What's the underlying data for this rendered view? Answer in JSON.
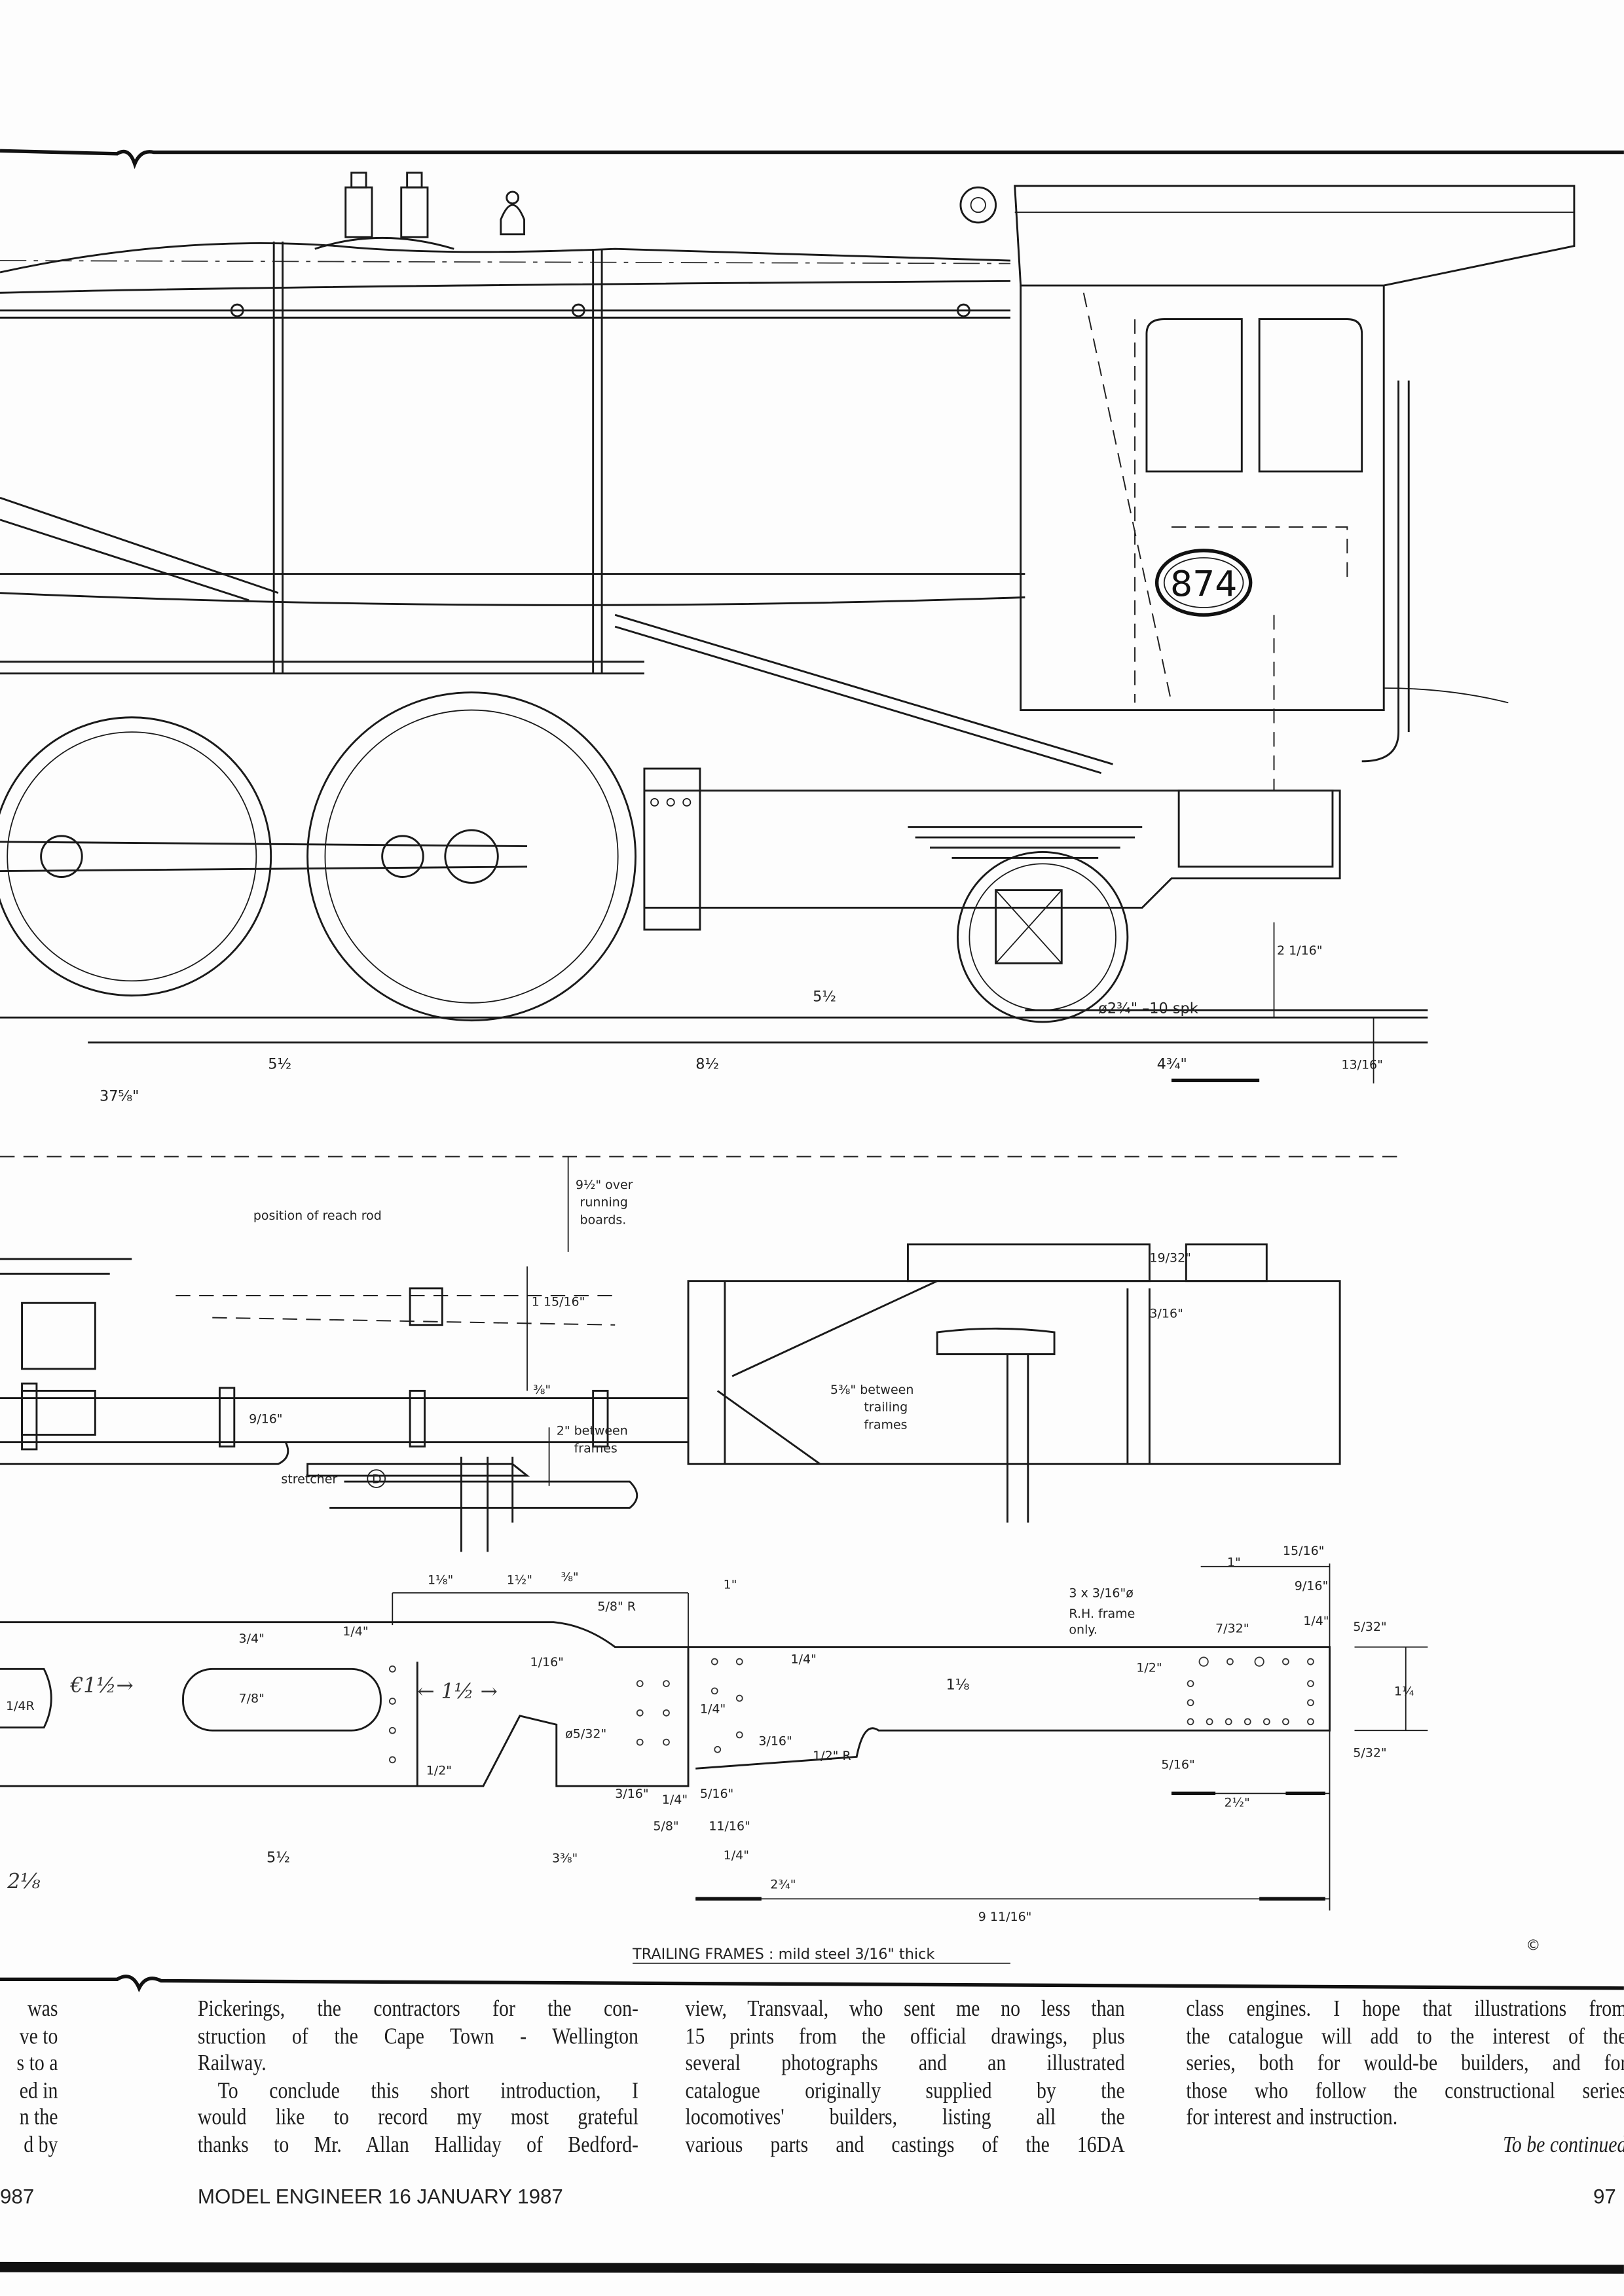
{
  "drawing": {
    "elevation": {
      "number_plate": "874",
      "labels": {
        "d_5half_a": "5½",
        "d_8half": "8½",
        "d_4three4": "4¾\"",
        "d_13_16": "13/16\"",
        "d_37five8": "37⅝\"",
        "d_5half_b": "5½",
        "wheel_dia": "ø2¾\" –10 spk",
        "d_2_1_16": "2 1/16\""
      }
    },
    "plan": {
      "labels": {
        "over_boards": "9½\" over",
        "over_boards2": "running",
        "over_boards3": "boards.",
        "reach_rod": "position of reach rod",
        "d_15_16": "1 15/16\"",
        "d_3_8": "⅜\"",
        "d_9_16": "9/16\"",
        "between_frames": "2\" between",
        "between_frames2": "frames",
        "stretcher": "stretcher",
        "stretcher_ref": "D",
        "trailing_between": "5⅜\" between",
        "trailing_between2": "trailing",
        "trailing_between3": "frames",
        "d_19_32": "19/32\"",
        "d_3_16": "3/16\""
      }
    },
    "frames": {
      "labels": {
        "a": "1⅛\"",
        "b": "1½\"",
        "c": "⅜\"",
        "d": "5/8\" R",
        "e": "1\"",
        "f": "3/4\"",
        "g": "1/4\"",
        "h": "7/8\"",
        "i": "1/16\"",
        "j": "← 1½ →",
        "k": "ø5/32\"",
        "l": "1/2\"",
        "m": "3/16\"",
        "n": "1/4\"",
        "o": "5/16\"",
        "p": "5/8\"",
        "q": "11/16\"",
        "r": "1/4\"",
        "s": "2¾\"",
        "t": "5½",
        "u": "3⅜\"",
        "v": "1/4\"",
        "w": "1⅛",
        "x": "1/2\"",
        "y": "3/16\"",
        "z": "1/2\" R",
        "aa": "1/4\"",
        "ab": "7/32\"",
        "ac": "3 x 3/16\"ø",
        "ad": "R.H. frame",
        "ae": "only.",
        "af": "1\"",
        "ag": "15/16\"",
        "ah": "9/16\"",
        "ai": "1/4\"",
        "aj": "5/32\"",
        "ak": "1¼",
        "al": "5/32\"",
        "am": "5/16\"",
        "an": "2½\"",
        "ao": "9 11/16\"",
        "ap": "1/4R",
        "aq": "€1½→",
        "ar": "2⅛"
      },
      "caption": "TRAILING FRAMES : mild steel 3/16\" thick",
      "copyright": "©"
    }
  },
  "article": {
    "col1": [
      "was",
      "ve to",
      "s to a",
      "ed in",
      "n the",
      "d by"
    ],
    "col2": [
      "Pickerings, the contractors for the con-",
      "struction of the Cape Town - Wellington",
      "Railway.",
      "To conclude this short introduction, I",
      "would like to record my most grateful",
      "thanks to Mr. Allan Halliday of Bedford-"
    ],
    "col3": [
      "view, Transvaal, who sent me no less than",
      "15 prints from the official drawings, plus",
      "several photographs and an illustrated",
      "catalogue originally supplied by the",
      "locomotives' builders, listing all the",
      "various parts and castings of the 16DA"
    ],
    "col4": [
      "class engines. I hope that illustrations from",
      "the catalogue will add to the interest of the",
      "series, both for would-be builders, and for",
      "those who follow the constructional series",
      "for interest and instruction."
    ],
    "continued": "To be continued"
  },
  "footer": {
    "left_partial": "987",
    "magazine": "MODEL ENGINEER 16 JANUARY 1987",
    "page": "97"
  }
}
